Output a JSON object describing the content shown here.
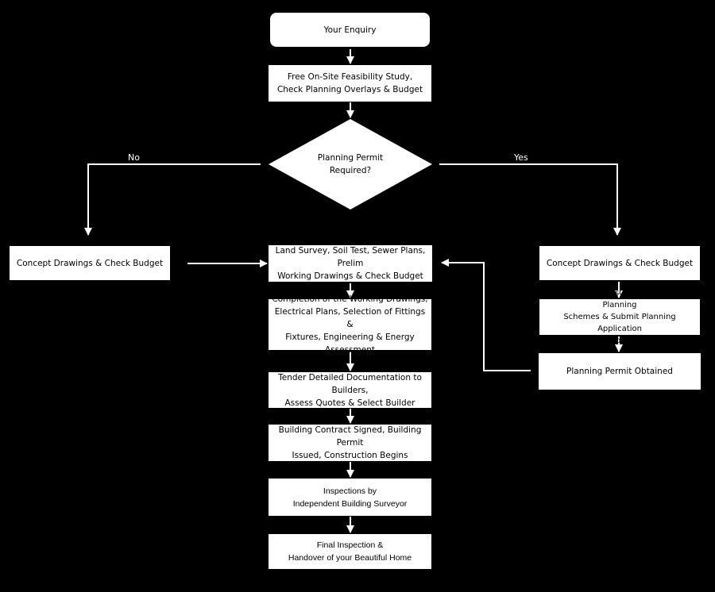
{
  "nodes": {
    "enquiry": "Your Enquiry",
    "feasibility": "Free On-Site Feasibility Study,\nCheck Planning Overlays & Budget",
    "decision": "Planning Permit\nRequired?",
    "concept_left": "Concept Drawings & Check Budget",
    "land_survey": "Land Survey, Soil Test, Sewer Plans, Prelim\nWorking Drawings & Check Budget",
    "working_drawings": "Completion of the Working Drawings,\nElectrical Plans, Selection of Fittings &\nFixtures, Engineering & Energy Assessment",
    "tender": "Tender Detailed Documentation to Builders,\nAssess Quotes & Select Builder",
    "contract": "Building Contract Signed, Building Permit\nIssued, Construction Begins",
    "inspections": "Inspections by\nIndependent Building Surveyor",
    "final": "Final Inspection &\nHandover of your Beautiful Home",
    "concept_right": "Concept Drawings & Check Budget",
    "rescode": "Analysis of ResCode and Local Planning\nSchemes & Submit Planning Application\nto Council",
    "permit_obtained": "Planning Permit Obtained"
  },
  "edge_labels": {
    "no": "No",
    "yes": "Yes"
  }
}
